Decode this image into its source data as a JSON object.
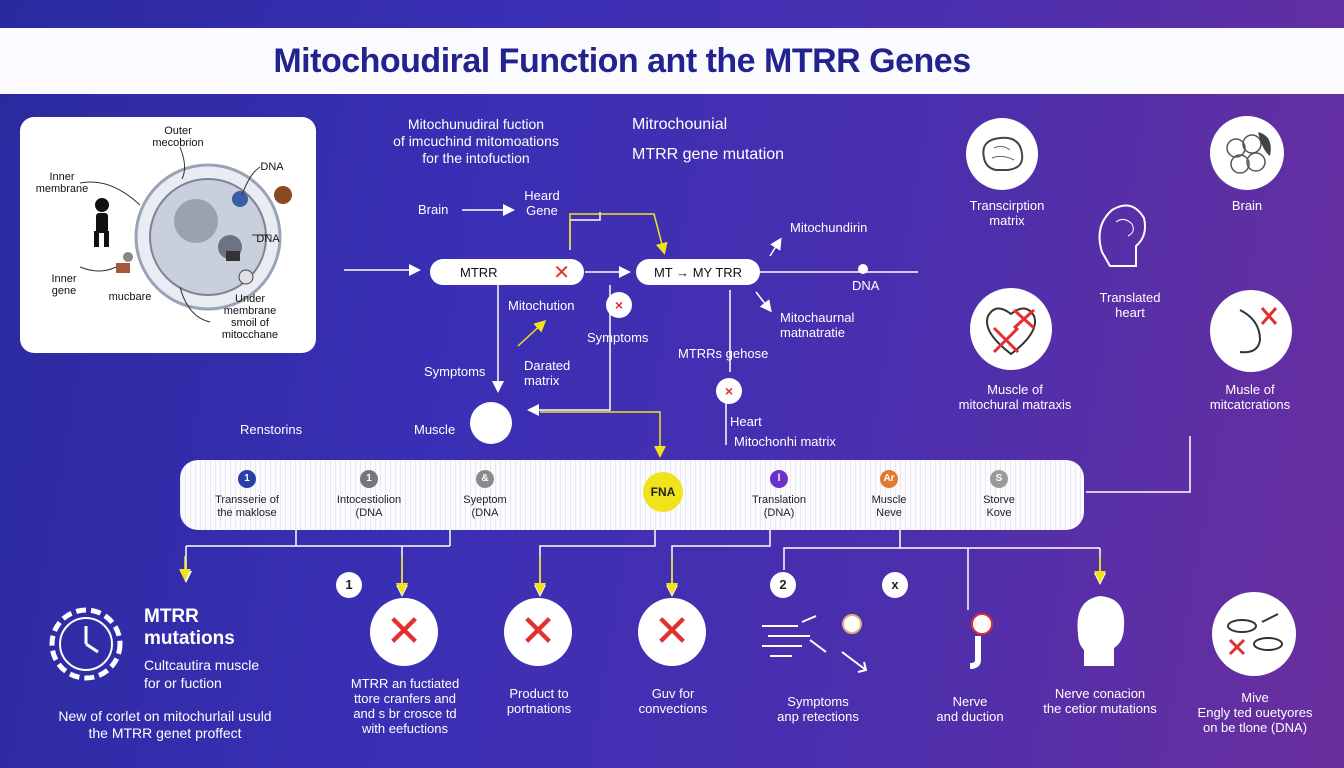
{
  "title": "Mitochoudiral Function ant the MTRR Genes",
  "panel": {
    "outer": "Outer\nmecobrion",
    "inner_membrane": "Inner\nmembrane",
    "dna1": "DNA",
    "dna2": "DNA",
    "inner_gene": "Inner\ngene",
    "mucbare": "mucbare",
    "under": "Under\nmembrane\nsmoil of\nmitocchane"
  },
  "center": {
    "header1": "Mitochunudiral fuction\nof imcuchind mitomoations\nfor the intofuction",
    "header2a": "Mitrochounial",
    "header2b": "MTRR gene mutation",
    "brain": "Brain",
    "heard_gene": "Heard\nGene",
    "mtrr_pill": "MTRR",
    "mt_pill": "MT → MY  TRR",
    "mitochundirin": "Mitochundirin",
    "dna": "DNA",
    "mitochution": "Mitochution",
    "symptoms_right": "Symptoms",
    "mitochaurnal": "Mitochaurnal\nmatnatratie",
    "mtrrs_gehose": "MTRRs gehose",
    "symptoms_left": "Symptoms",
    "darated_matrix": "Darated\nmatrix",
    "muscle": "Muscle",
    "heart": "Heart",
    "mitochonhi_matrix": "Mitochonhi matrix",
    "renstorins": "Renstorins"
  },
  "right_icons": {
    "transcription": "Transcirption\nmatrix",
    "brain": "Brain",
    "translated_heart": "Translated\nheart",
    "muscle_mito": "Muscle of\nmitochural matraxis",
    "muscle_mite": "Musle of\nmitcatcrations"
  },
  "timeline": [
    {
      "label": "Transserie of\nthe maklose",
      "color": "#2c3fa8",
      "glyph": "1"
    },
    {
      "label": "Intocestiolion\n(DNA",
      "color": "#777777",
      "glyph": "1"
    },
    {
      "label": "Syeptom\n(DNA",
      "color": "#8a8a8a",
      "glyph": "&"
    },
    {
      "label": "FNA",
      "color": "#f1e31b",
      "glyph": ""
    },
    {
      "label": "Translation\n(DNA)",
      "color": "#6a31c8",
      "glyph": "l"
    },
    {
      "label": "Muscle\nNeve",
      "color": "#e07a2e",
      "glyph": "Ar"
    },
    {
      "label": "Storve\nKove",
      "color": "#9a9a9a",
      "glyph": "S"
    }
  ],
  "bottom": {
    "clock_title": "MTRR\nmutations",
    "clock_sub": "Cultcautira muscle\nfor or fuction",
    "new_text": "New of corlet on mitochurlail usuld\nthe MTRR genet proffect",
    "badge1": "1",
    "badge2": "2",
    "badge_x": "x",
    "mtrr_text": "MTRR an fuctiated\nttore cranfers and\nand s br crosce td\nwith eefuctions",
    "product_text": "Product to\nportnations",
    "guv_text": "Guv for\nconvections",
    "symptoms_text": "Symptoms\nanp retections",
    "nerve_text": "Nerve\nand duction",
    "nerve_conn_text": "Nerve conacion\nthe cetior mutations",
    "mive_text": "Mive\nEngly ted ouetyores\non be tlone (DNA)"
  },
  "colors": {
    "accent_red": "#e23030",
    "yellow": "#f1e31b",
    "title_blue": "#23238f"
  }
}
